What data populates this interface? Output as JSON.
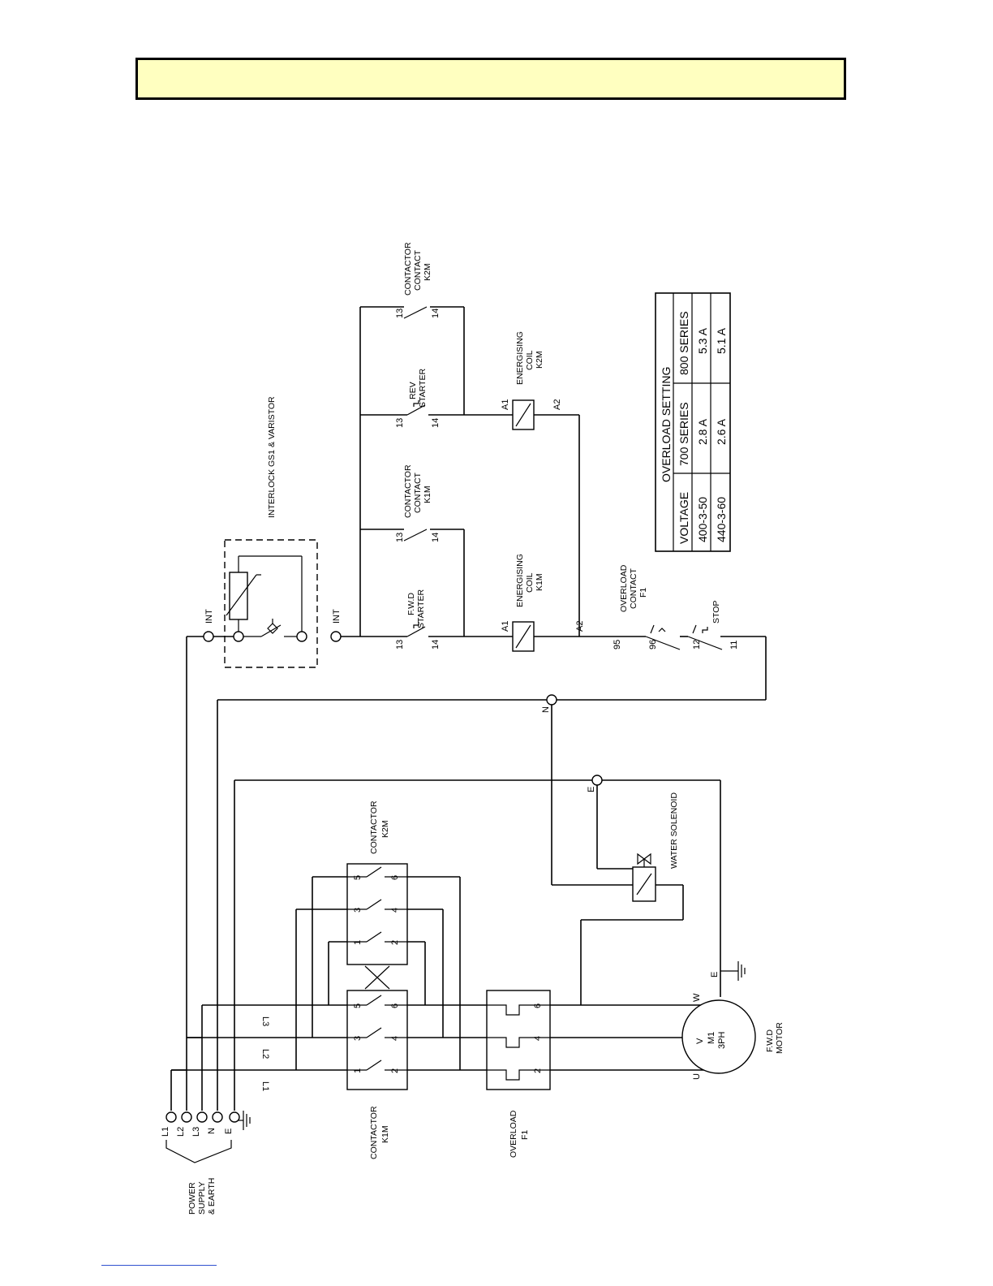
{
  "supply": {
    "terminals": [
      "L1",
      "L2",
      "L3",
      "N",
      "E"
    ],
    "caption": [
      "POWER",
      "SUPPLY",
      "& EARTH"
    ]
  },
  "phase_labels": [
    "L1",
    "L2",
    "L3"
  ],
  "contactor_k1m": {
    "caption": [
      "CONTACTOR",
      "K1M"
    ],
    "pins_top": [
      "1",
      "3",
      "5"
    ],
    "pins_bottom": [
      "2",
      "4",
      "6"
    ]
  },
  "contactor_k2m": {
    "caption": [
      "CONTACTOR",
      "K2M"
    ],
    "pins_top": [
      "1",
      "3",
      "5"
    ],
    "pins_bottom": [
      "2",
      "4",
      "6"
    ]
  },
  "overload_f1": {
    "caption": [
      "OVERLOAD",
      "F1"
    ],
    "pins": [
      "2",
      "4",
      "6"
    ]
  },
  "motor": {
    "text": [
      "M1",
      "3PH"
    ],
    "caption": [
      "F.W.D",
      "MOTOR"
    ],
    "terminals": [
      "U",
      "V",
      "W",
      "E"
    ]
  },
  "solenoid": {
    "caption": "WATER SOLENOID"
  },
  "nodes": {
    "earth": "E",
    "neutral": "N"
  },
  "control": {
    "interlock": "INTERLOCK GS1 & VARISTOR",
    "int_top": "INT",
    "int_bottom": "INT",
    "fwd_starter": {
      "caption": [
        "F.W.D",
        "STARTER"
      ],
      "pins": [
        "13",
        "14"
      ]
    },
    "k1m_contact": {
      "caption": [
        "CONTACTOR",
        "CONTACT",
        "K1M"
      ],
      "pins": [
        "13",
        "14"
      ]
    },
    "rev_starter": {
      "caption": [
        "REV",
        "STARTER"
      ],
      "pins": [
        "13",
        "14"
      ]
    },
    "k2m_contact": {
      "caption": [
        "CONTACTOR",
        "CONTACT",
        "K2M"
      ],
      "pins": [
        "13",
        "14"
      ]
    },
    "coil_k1m": {
      "caption": [
        "ENERGISING",
        "COIL",
        "K1M"
      ],
      "pins": [
        "A1",
        "A2"
      ]
    },
    "coil_k2m": {
      "caption": [
        "ENERGISING",
        "COIL",
        "K2M"
      ],
      "pins": [
        "A1",
        "A2"
      ]
    },
    "overload_contact": {
      "caption": [
        "OVERLOAD",
        "CONTACT",
        "F1"
      ],
      "pins": [
        "95",
        "96"
      ]
    },
    "stop": {
      "caption": "STOP",
      "pins": [
        "12",
        "11"
      ]
    }
  },
  "overload_table": {
    "title": "OVERLOAD SETTING",
    "headers": [
      "VOLTAGE",
      "700 SERIES",
      "800 SERIES"
    ],
    "rows": [
      [
        "400-3-50",
        "2.8 A",
        "5.3 A"
      ],
      [
        "440-3-60",
        "2.6 A",
        "5.1 A"
      ]
    ]
  }
}
